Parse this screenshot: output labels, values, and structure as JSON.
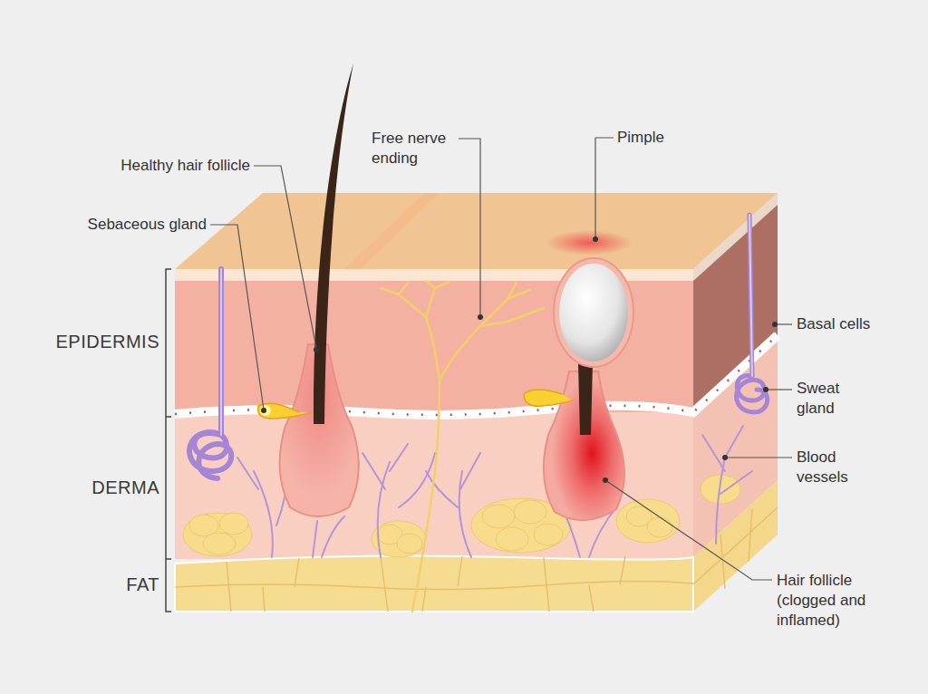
{
  "diagram": {
    "labels": [
      "Healthy hair follicle",
      "Sebaceous gland",
      "Free nerve ending",
      "Pimple",
      "EPIDERMIS",
      "DERMA",
      "FAT",
      "Basal cells",
      "Sweat gland",
      "Blood vessels",
      "Hair follicle (clogged and inflamed)"
    ]
  }
}
